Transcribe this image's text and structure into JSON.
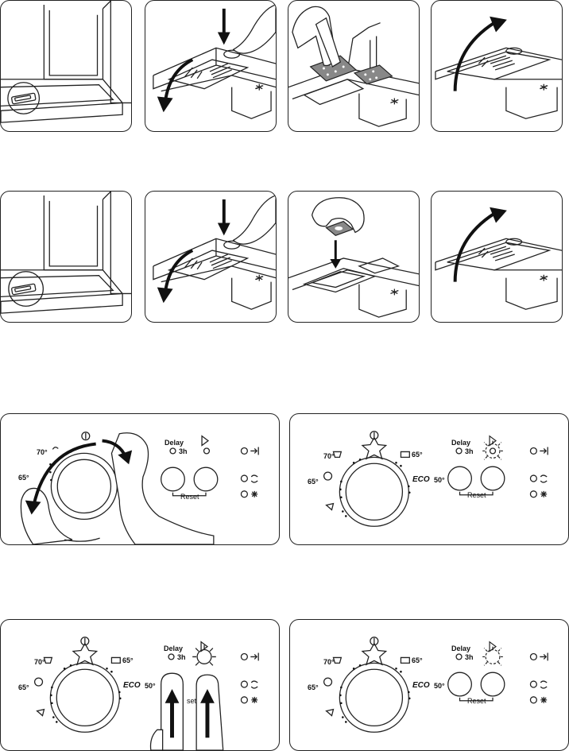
{
  "panels": {
    "control": {
      "temp_70": "70°",
      "temp_65_left": "65°",
      "temp_65_right": "65°",
      "eco": "ECO",
      "eco_temp": "50°",
      "delay": "Delay",
      "delay_3h": "3h",
      "reset": "Reset",
      "reset_partial": "set"
    }
  }
}
